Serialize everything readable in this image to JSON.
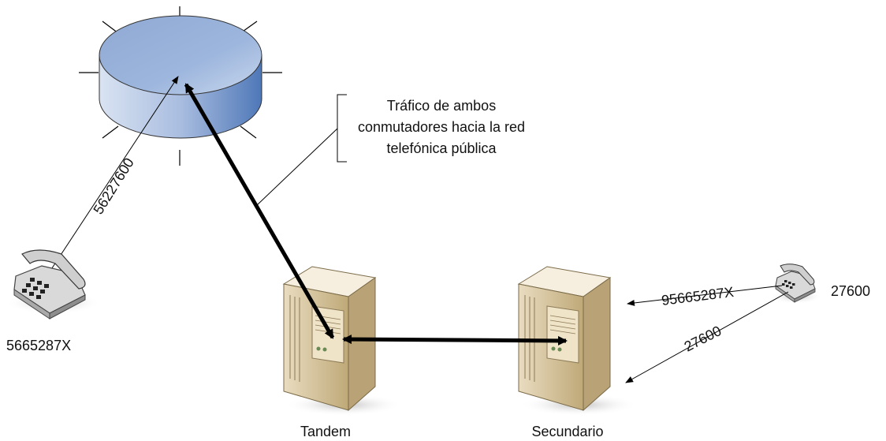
{
  "diagram": {
    "callout": {
      "line1": "Tráfico de ambos",
      "line2": "conmutadores hacia la red",
      "line3": "telefónica pública"
    },
    "links": {
      "cloud_to_phone_left": "56227600",
      "secundario_to_phone_right_upper": "95665287X",
      "secundario_to_phone_right_lower": "27600"
    },
    "nodes": {
      "phone_left_number": "5665287X",
      "phone_right_number": "27600",
      "server_tandem": "Tandem",
      "server_secundario": "Secundario"
    }
  }
}
